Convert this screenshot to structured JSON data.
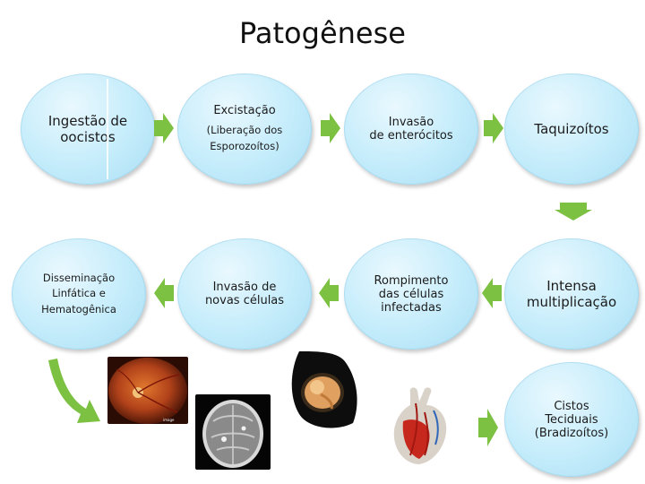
{
  "title": "Patogênese",
  "nodes": {
    "ingestao": "Ingestão de\noocistos",
    "excistacao": "Excistação",
    "excistacao_sub": "(Liberação dos\nEsporozoítos)",
    "invasao_enterocitos": "Invasão\nde enterócitos",
    "taquizoitos": "Taquizoítos",
    "disseminacao": "Disseminação\nLinfática e\nHematogênica",
    "invasao_celulas": "Invasão de\nnovas células",
    "rompimento": "Rompimento\ndas células\ninfectadas",
    "multiplicacao": "Intensa\nmultiplicação",
    "cistos": "Cistos\nTeciduais\n(Bradizoítos)"
  },
  "colors": {
    "arrow_green": "#7cc142",
    "node_fill": "#c4ecfb"
  },
  "images": {
    "retina": "retina-fundus-image",
    "brain": "brain-mri-image",
    "fetus": "fetus-in-womb-image",
    "heart": "heart-illustration-image"
  }
}
